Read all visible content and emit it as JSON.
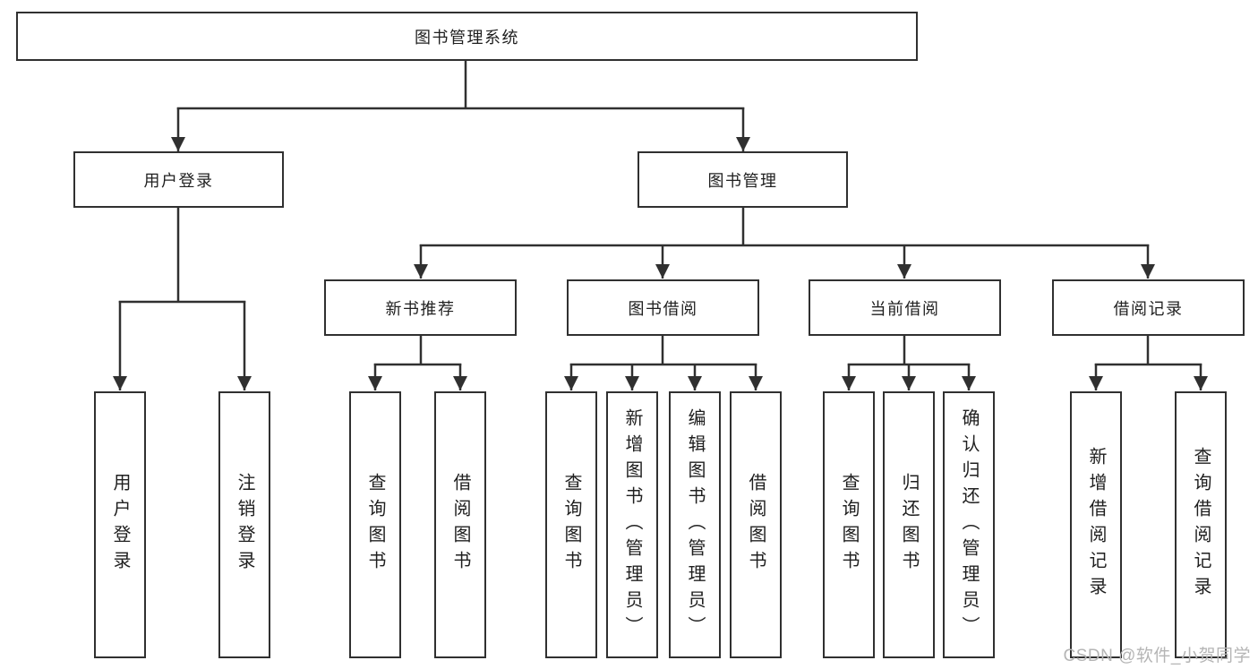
{
  "tree": {
    "root": {
      "label": "图书管理系统"
    },
    "children": [
      {
        "label": "用户登录",
        "leaves": [
          "用户登录",
          "注销登录"
        ]
      },
      {
        "label": "图书管理",
        "children": [
          {
            "label": "新书推荐",
            "leaves": [
              "查询图书",
              "借阅图书"
            ]
          },
          {
            "label": "图书借阅",
            "leaves": [
              "查询图书",
              "新增图书（管理员）",
              "编辑图书（管理员）",
              "借阅图书"
            ]
          },
          {
            "label": "当前借阅",
            "leaves": [
              "查询图书",
              "归还图书",
              "确认归还（管理员）"
            ]
          },
          {
            "label": "借阅记录",
            "leaves": [
              "新增借阅记录",
              "查询借阅记录"
            ]
          }
        ]
      }
    ]
  },
  "watermark": "CSDN @软件_小贺同学",
  "colors": {
    "line": "#303030",
    "text": "#1f1f1f",
    "box_background": "#ffffff",
    "canvas_background": "#ffffff",
    "watermark": "#b5b5b5"
  }
}
